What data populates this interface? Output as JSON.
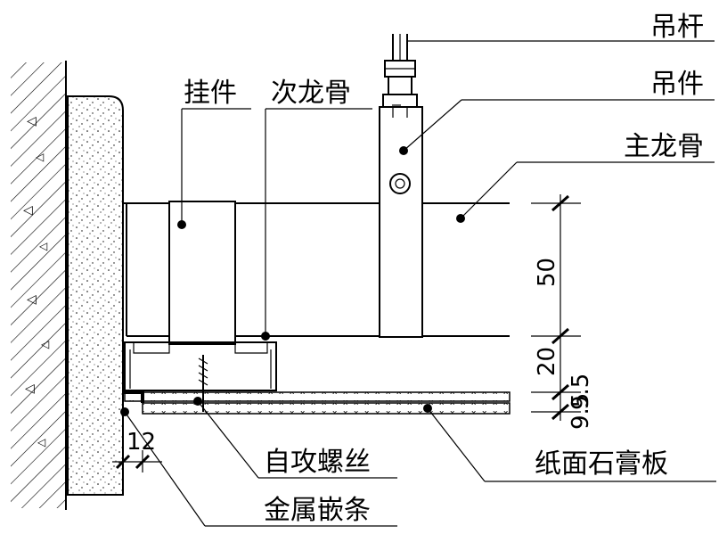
{
  "labels": {
    "hanger_rod": "吊杆",
    "hanger": "吊件",
    "main_keel": "主龙骨",
    "hook": "挂件",
    "secondary_keel": "次龙骨",
    "self_tapping_screw": "自攻螺丝",
    "metal_inlay_strip": "金属嵌条",
    "gypsum_board": "纸面石膏板"
  },
  "dimensions": {
    "main_keel_height": "50",
    "secondary_gap": "20",
    "board_1": "9.5",
    "board_2": "9.5",
    "wall_gap": "12"
  }
}
